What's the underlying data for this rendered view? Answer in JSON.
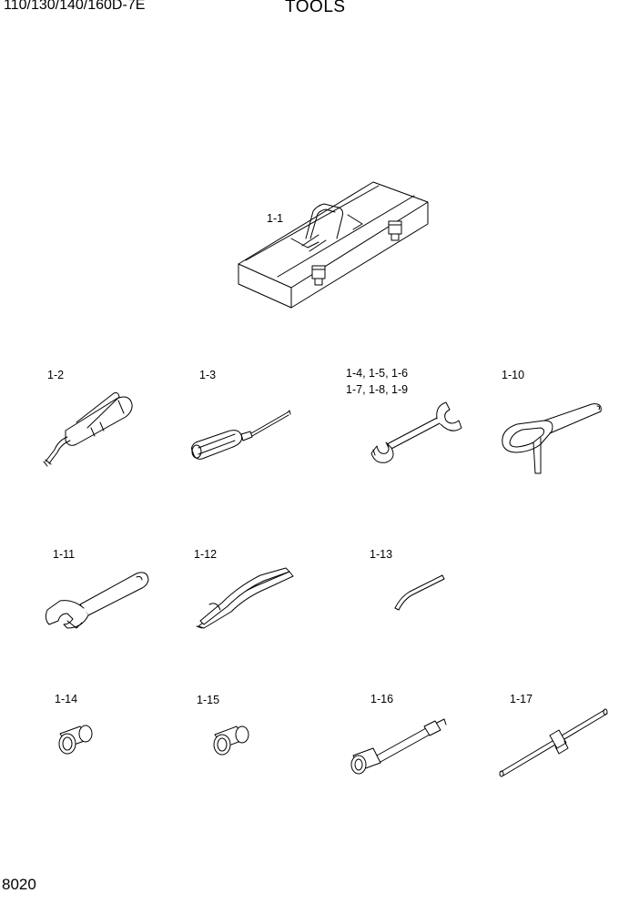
{
  "header": {
    "model": "110/130/140/160D-7E",
    "title": "TOOLS"
  },
  "footer": {
    "page_number": "8020"
  },
  "parts": [
    {
      "id": "1-1",
      "icon": "toolbox-icon"
    },
    {
      "id": "1-2",
      "icon": "grease-gun-icon"
    },
    {
      "id": "1-3",
      "icon": "screwdriver-icon"
    },
    {
      "id": "1-4, 1-5, 1-6",
      "id2": "1-7, 1-8, 1-9",
      "icon": "open-end-wrench-icon"
    },
    {
      "id": "1-10",
      "icon": "filter-wrench-icon"
    },
    {
      "id": "1-11",
      "icon": "adjustable-wrench-icon"
    },
    {
      "id": "1-12",
      "icon": "pliers-icon"
    },
    {
      "id": "1-13",
      "icon": "bar-icon"
    },
    {
      "id": "1-14",
      "icon": "socket-icon"
    },
    {
      "id": "1-15",
      "icon": "socket-icon"
    },
    {
      "id": "1-16",
      "icon": "extension-bar-icon"
    },
    {
      "id": "1-17",
      "icon": "t-handle-icon"
    }
  ]
}
